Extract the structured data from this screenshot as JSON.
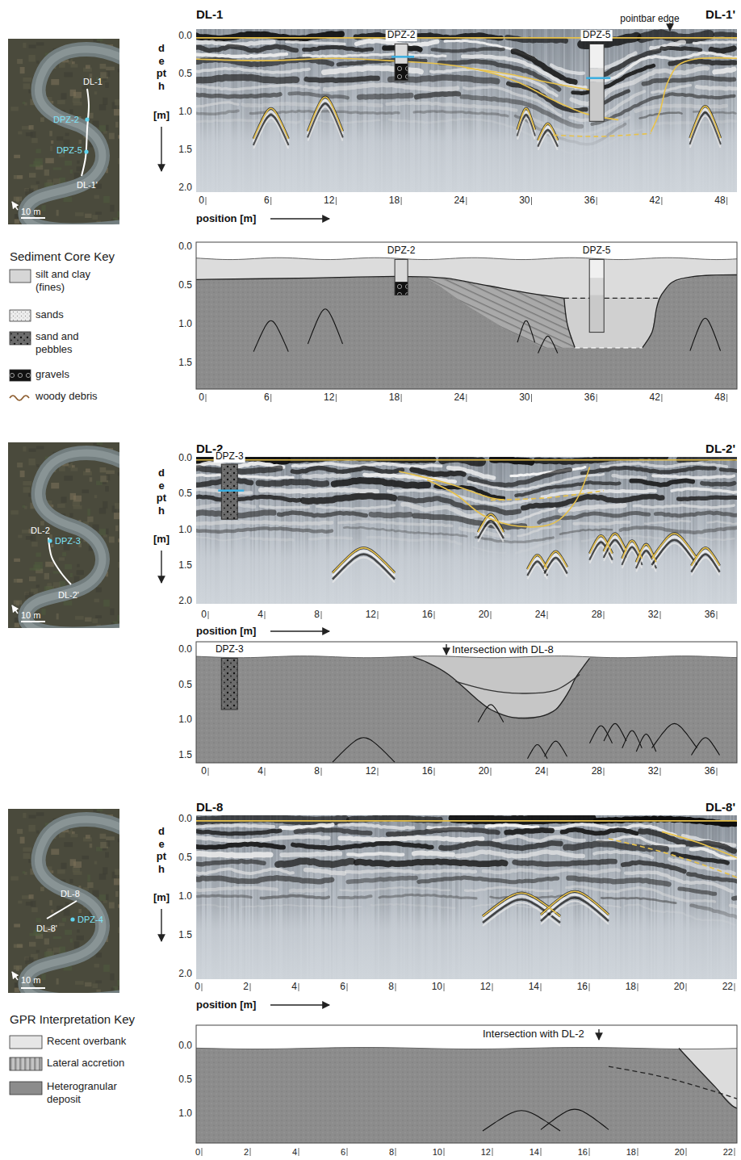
{
  "diagram": {
    "labels": [
      "DL-1",
      "DL-1'",
      "DPZ-2",
      "DPZ-5",
      "pointbar edge",
      "depth",
      "[m]",
      "0.0",
      "0.5",
      "1.0",
      "1.5",
      "2.0",
      "0",
      "6",
      "12",
      "18",
      "24",
      "30",
      "36",
      "42",
      "48",
      "position [m]",
      "DL-1",
      "DPZ-2",
      "DPZ-5",
      "DL-1'",
      "10 m",
      "Sediment Core Key",
      "DPZ-2",
      "DPZ-5",
      "0.0",
      "0.5",
      "1.0",
      "1.5",
      "0",
      "6",
      "12",
      "18",
      "24",
      "30",
      "36",
      "42",
      "48",
      "DL-2",
      "DL-2'",
      "DPZ-3",
      "depth",
      "[m]",
      "0.0",
      "0.5",
      "1.0",
      "1.5",
      "2.0",
      "0",
      "4",
      "8",
      "12",
      "16",
      "20",
      "24",
      "28",
      "32",
      "36",
      "position [m]",
      "DL-2",
      "DPZ-3",
      "DL-2'",
      "10 m",
      "DPZ-3",
      "Intersection with DL-8",
      "0.0",
      "0.5",
      "1.0",
      "1.5",
      "0",
      "4",
      "8",
      "12",
      "16",
      "20",
      "24",
      "28",
      "32",
      "36",
      "DL-8",
      "DL-8'",
      "depth",
      "[m]",
      "0.0",
      "0.5",
      "1.0",
      "1.5",
      "2.0",
      "0",
      "2",
      "4",
      "6",
      "8",
      "10",
      "12",
      "14",
      "16",
      "18",
      "20",
      "22",
      "position [m]",
      "DL-8",
      "DPZ-4",
      "DL-8'",
      "10 m",
      "GPR Interpretation Key",
      "Intersection with DL-2",
      "0.0",
      "0.5",
      "1.0",
      "0",
      "2",
      "4",
      "6",
      "8",
      "10",
      "12",
      "14",
      "16",
      "18",
      "20",
      "22"
    ],
    "legend": [
      {
        "text": "silt and clay (fines)",
        "color": "#d6d6d6"
      },
      {
        "text": "sands"
      },
      {
        "text": "sand and pebbles"
      },
      {
        "text": "gravels"
      },
      {
        "text": "woody debris"
      },
      {
        "text": "Recent overbank",
        "color": "#e6e6e6"
      },
      {
        "text": "Lateral accretion"
      },
      {
        "text": "Heterogranular deposit",
        "color": "#8c8c8c"
      }
    ]
  }
}
